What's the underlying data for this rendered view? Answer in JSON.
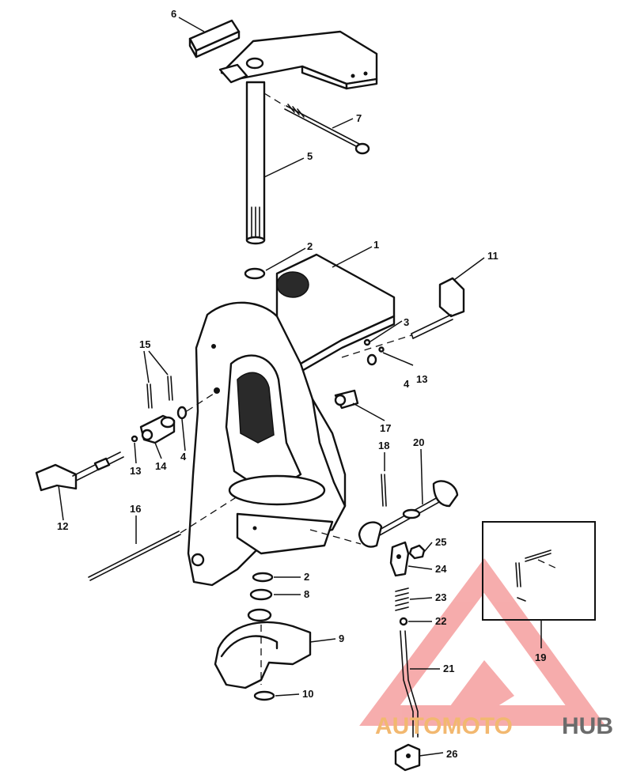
{
  "labels": {
    "l1": "1",
    "l2a": "2",
    "l2b": "2",
    "l3": "3",
    "l4a": "4",
    "l4b": "4",
    "l5": "5",
    "l6": "6",
    "l7": "7",
    "l8": "8",
    "l9": "9",
    "l10": "10",
    "l11": "11",
    "l12": "12",
    "l13a": "13",
    "l13b": "13",
    "l14": "14",
    "l15": "15",
    "l16": "16",
    "l17": "17",
    "l18": "18",
    "l19": "19",
    "l20": "20",
    "l21": "21",
    "l22": "22",
    "l23": "23",
    "l24": "24",
    "l25": "25",
    "l26": "26"
  },
  "watermark": {
    "part1": "AUTOMOTO",
    "part2": "HUB",
    "color_primary": "#f2a07a",
    "color_secondary": "#6b6b6b"
  }
}
